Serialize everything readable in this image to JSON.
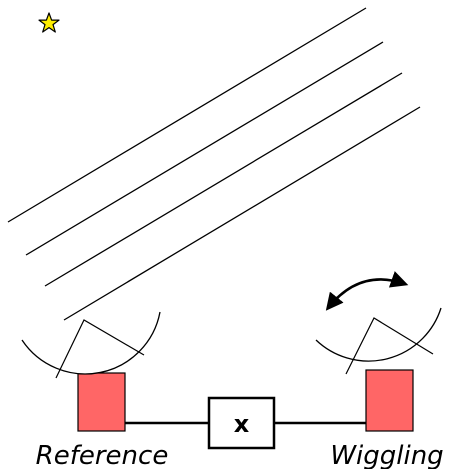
{
  "labels": {
    "reference": "Reference",
    "wiggling": "Wiggling",
    "multiplier": "x"
  },
  "colors": {
    "background": "#ffffff",
    "star_fill": "#ffee00",
    "pedestal_fill": "#ff6666",
    "stroke": "#000000"
  },
  "icons": {
    "source": "star-icon",
    "motion": "double-headed-curved-arrow-icon"
  },
  "wavefront_count": 4
}
